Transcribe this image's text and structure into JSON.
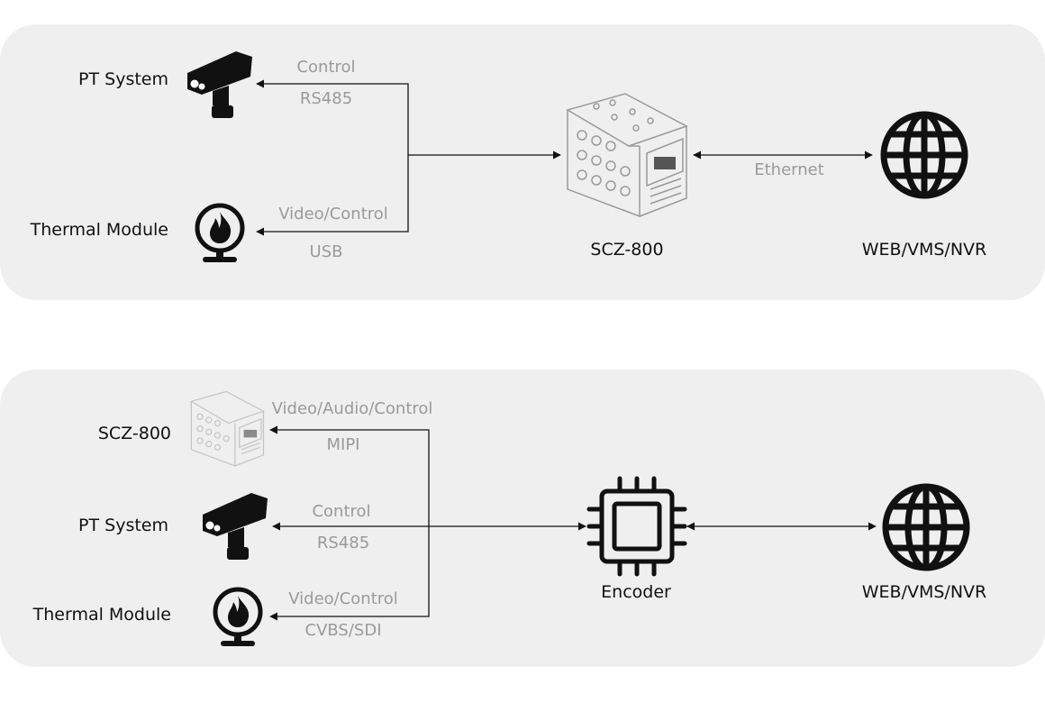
{
  "top": {
    "pt_label": "PT System",
    "thermal_label": "Thermal Module",
    "camera_label": "SCZ-800",
    "network_label": "WEB/VMS/NVR",
    "pt_link": {
      "protocol": "Control",
      "interface": "RS485"
    },
    "thermal_link": {
      "protocol": "Video/Control",
      "interface": "USB"
    },
    "network_link": {
      "protocol": "Ethernet"
    }
  },
  "bottom": {
    "camera_label": "SCZ-800",
    "pt_label": "PT System",
    "thermal_label": "Thermal Module",
    "encoder_label": "Encoder",
    "network_label": "WEB/VMS/NVR",
    "camera_link": {
      "protocol": "Video/Audio/Control",
      "interface": "MIPI"
    },
    "pt_link": {
      "protocol": "Control",
      "interface": "RS485"
    },
    "thermal_link": {
      "protocol": "Video/Control",
      "interface": "CVBS/SDI"
    }
  },
  "icons": {
    "pt": "ptz-camera-icon",
    "thermal": "thermal-flame-webcam-icon",
    "camera": "zoom-camera-module-icon",
    "network": "globe-icon",
    "encoder": "chip-icon"
  }
}
